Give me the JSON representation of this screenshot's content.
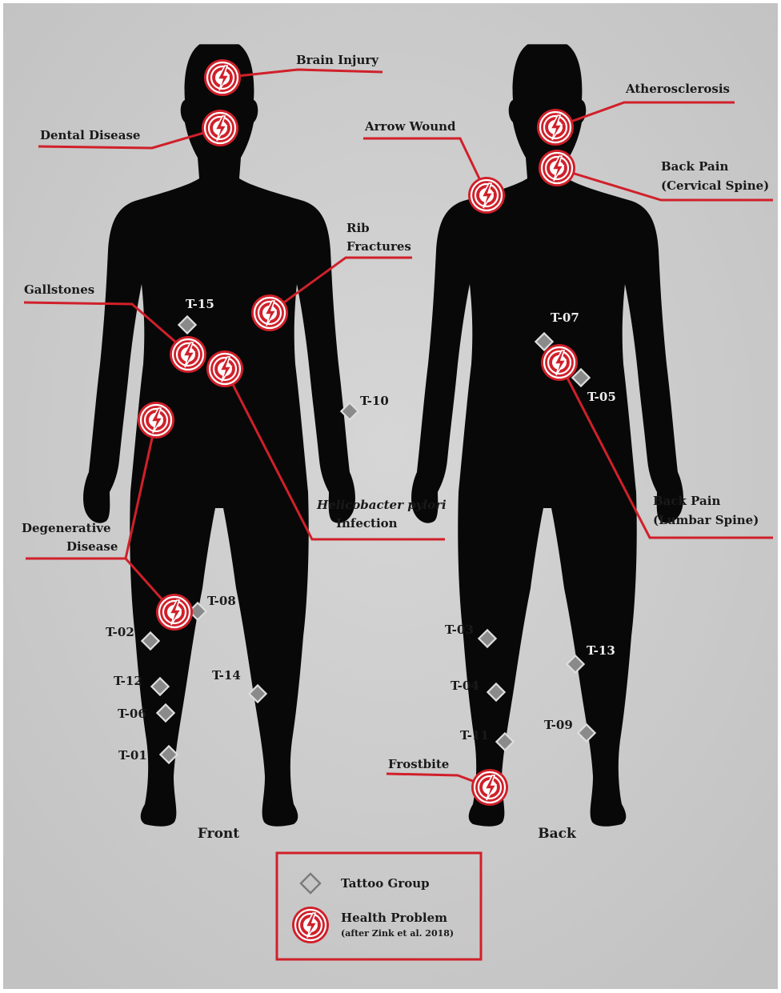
{
  "views": {
    "front": "Front",
    "back": "Back"
  },
  "health_problems": {
    "brain_injury": "Brain Injury",
    "dental_disease": "Dental Disease",
    "rib_fractures_1": "Rib",
    "rib_fractures_2": "Fractures",
    "gallstones": "Gallstones",
    "hpylori_1": "Helicobacter pylori",
    "hpylori_2": "Infection",
    "degenerative_1": "Degenerative",
    "degenerative_2": "Disease",
    "arrow_wound": "Arrow Wound",
    "atherosclerosis": "Atherosclerosis",
    "back_pain_cervical_1": "Back Pain",
    "back_pain_cervical_2": "(Cervical Spine)",
    "back_pain_lumbar_1": "Back Pain",
    "back_pain_lumbar_2": "(Lumbar Spine)",
    "frostbite": "Frostbite"
  },
  "tattoos": {
    "t15": "T-15",
    "t10": "T-10",
    "t08": "T-08",
    "t02": "T-02",
    "t12": "T-12",
    "t14": "T-14",
    "t06": "T-06",
    "t01": "T-01",
    "t07": "T-07",
    "t05": "T-05",
    "t03": "T-03",
    "t13": "T-13",
    "t04": "T-04",
    "t09": "T-09",
    "t11": "T-11"
  },
  "legend": {
    "tattoo_group": "Tattoo Group",
    "health_problem": "Health Problem",
    "health_problem_note": "(after Zink et al. 2018)"
  },
  "colors": {
    "marker_red": "#d0202a",
    "tattoo_marker_fill": "#8a8a8a",
    "background": "#cfcfcf"
  }
}
